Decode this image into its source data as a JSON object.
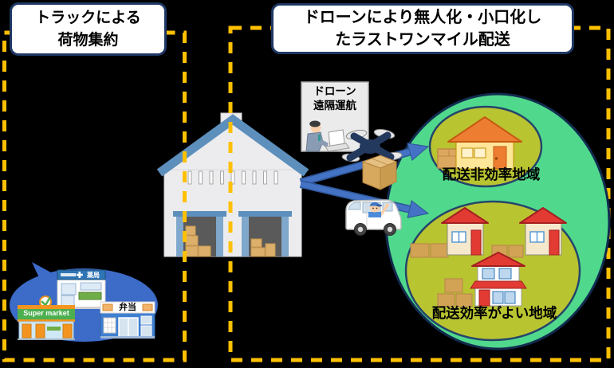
{
  "sections": {
    "left": {
      "title": "トラックによる\n荷物集約"
    },
    "right": {
      "title": "ドローンにより無人化・小口化し\nたラストワンマイル配送"
    }
  },
  "operator_panel": {
    "label": "ドローン\n遠隔運航"
  },
  "areas": {
    "inefficient_label": "配送非効率地域",
    "efficient_label": "配送効率がよい地域"
  },
  "stores": {
    "pharmacy_sign": "薬局",
    "supermarket_sign": "Super market",
    "bento_sign": "弁当"
  },
  "colors": {
    "background": "#000000",
    "dashed_border": "#FFC000",
    "title_box_border": "#1F3864",
    "arrow_blue": "#4472C4",
    "outer_area_green": "#50D98C",
    "inner_area_olive": "#B9C431",
    "shop_bubble_blue": "#3C6BC8",
    "warehouse_roof_blue": "#5D8FBC",
    "house_roof_red": "#E23B34",
    "house_roof_orange": "#ED7D31",
    "package_tan": "#D6A95F"
  }
}
